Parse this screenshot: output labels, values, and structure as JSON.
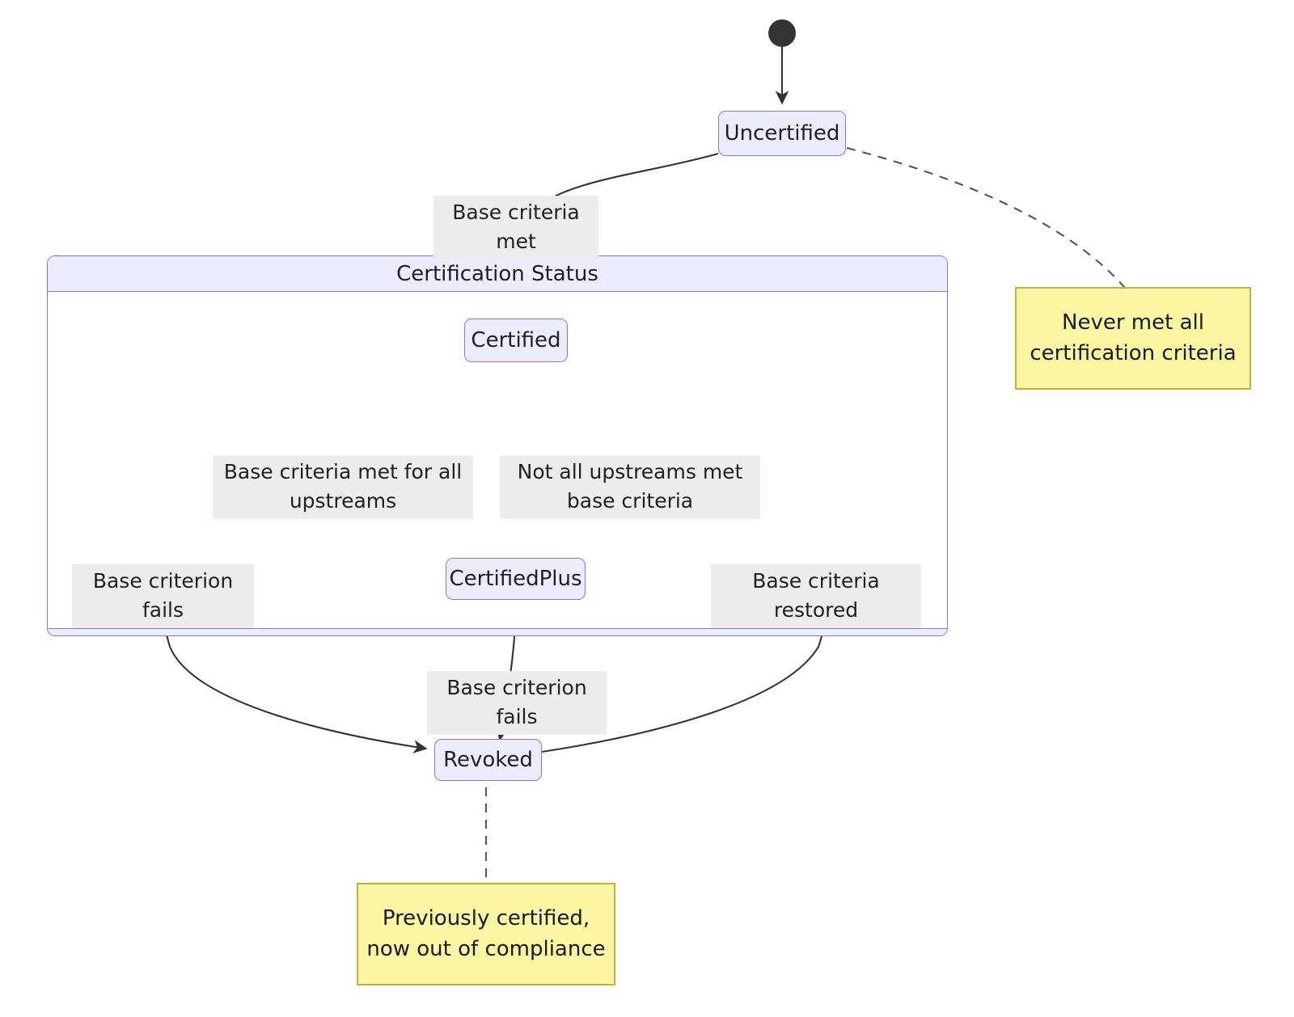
{
  "diagram": {
    "type": "state-diagram",
    "title": "Certification Status state machine",
    "colors": {
      "node_fill": "#ECECFF",
      "node_border": "#9370DB",
      "note_fill": "#FAF6A3",
      "note_border": "#BDB338",
      "edge_label_bg": "#ECECEC",
      "edge_stroke": "#333333",
      "start_dot": "#333333",
      "background": "#FFFFFF"
    },
    "start_state": {
      "name": "start-node",
      "shape": "filled-circle"
    },
    "composite": {
      "label": "Certification Status"
    },
    "states": [
      {
        "id": "uncertified",
        "label": "Uncertified"
      },
      {
        "id": "certified",
        "label": "Certified"
      },
      {
        "id": "certifiedplus",
        "label": "CertifiedPlus"
      },
      {
        "id": "revoked",
        "label": "Revoked"
      }
    ],
    "transitions": [
      {
        "id": "t0",
        "from": "start",
        "to": "uncertified",
        "label": ""
      },
      {
        "id": "t1",
        "from": "uncertified",
        "to": "certified",
        "label": "Base criteria met"
      },
      {
        "id": "t2",
        "from": "certified",
        "to": "certifiedplus",
        "label": "Base criteria met for all\nupstreams"
      },
      {
        "id": "t3",
        "from": "certifiedplus",
        "to": "certified",
        "label": "Not all upstreams met\nbase criteria"
      },
      {
        "id": "t4",
        "from": "certified",
        "to": "revoked",
        "label": "Base criterion fails"
      },
      {
        "id": "t5",
        "from": "certifiedplus",
        "to": "revoked",
        "label": "Base criterion fails"
      },
      {
        "id": "t6",
        "from": "revoked",
        "to": "certified",
        "label": "Base criteria restored"
      }
    ],
    "notes": [
      {
        "id": "note-uncertified",
        "attached_to": "uncertified",
        "text": "Never met all\ncertification criteria"
      },
      {
        "id": "note-revoked",
        "attached_to": "revoked",
        "text": "Previously certified,\nnow out of compliance"
      }
    ]
  }
}
